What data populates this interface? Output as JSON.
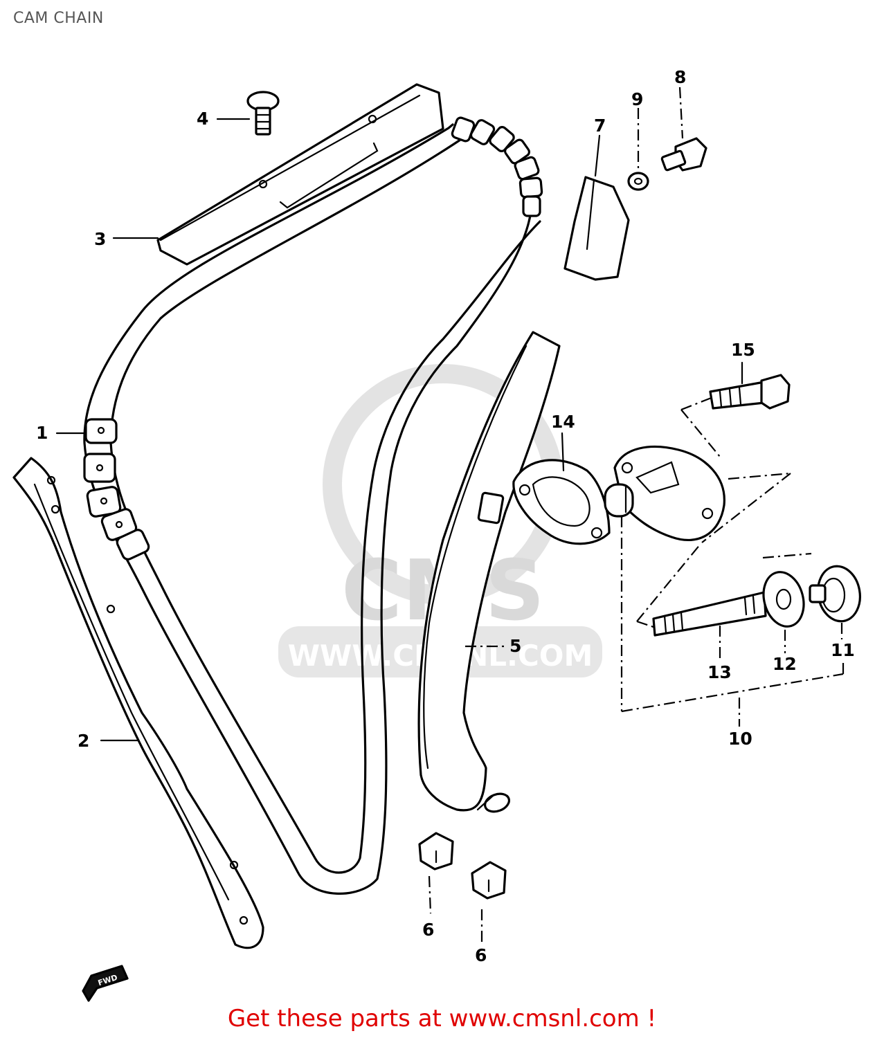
{
  "title": "CAM CHAIN",
  "watermark": {
    "logo_text": "CMS",
    "url_text": "WWW.CMSNL.COM"
  },
  "callouts": {
    "1": "1",
    "2": "2",
    "3": "3",
    "4": "4",
    "5": "5",
    "6a": "6",
    "6b": "6",
    "7": "7",
    "8": "8",
    "9": "9",
    "10": "10",
    "11": "11",
    "12": "12",
    "13": "13",
    "14": "14",
    "15": "15"
  },
  "fwd_mark": "FWD",
  "footer": {
    "text": "Get these parts at www.cmsnl.com !",
    "color": "#e00000"
  }
}
